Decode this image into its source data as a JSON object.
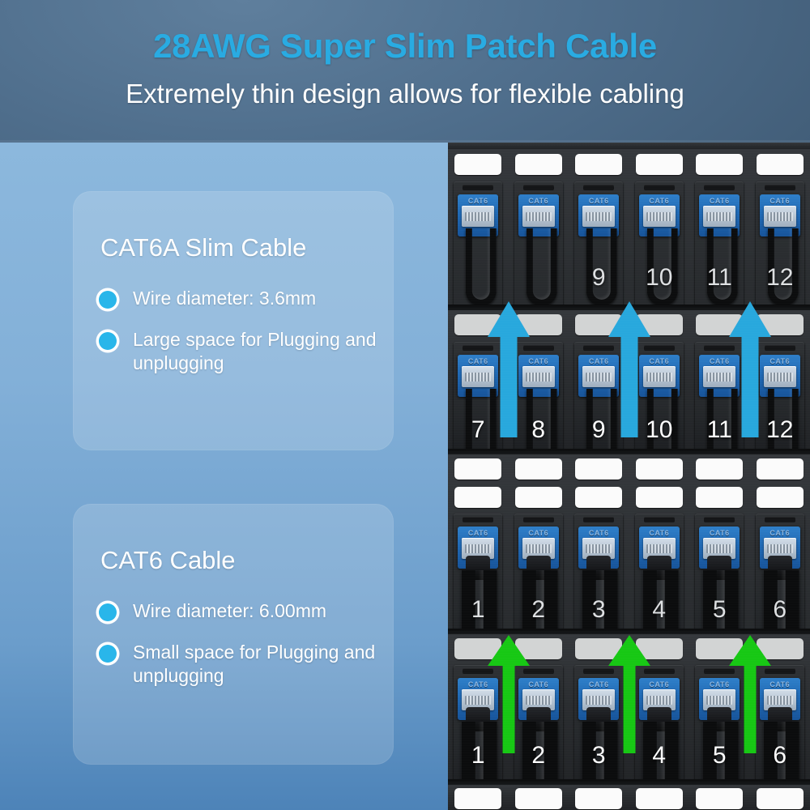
{
  "header": {
    "title": "28AWG Super Slim Patch Cable",
    "subtitle": "Extremely thin design allows for flexible cabling",
    "title_color": "#29abe2",
    "subtitle_color": "#ffffff",
    "background_color": "#4f6e8c"
  },
  "cards": [
    {
      "id": "cat6a",
      "title": "CAT6A Slim Cable",
      "bullets": [
        "Wire diameter: 3.6mm",
        "Large space for Plugging and unplugging"
      ]
    },
    {
      "id": "cat6",
      "title": "CAT6 Cable",
      "bullets": [
        "Wire diameter: 6.00mm",
        "Small space for Plugging and unplugging"
      ]
    }
  ],
  "bullet_color": "#29b6ea",
  "photo": {
    "description": "patch-panel-with-rj45-cables",
    "panel_color": "#2a2d30",
    "plug_label": "CAT6",
    "plug_boot_color": "#2069b4",
    "upper_section": {
      "cable_type": "slim",
      "arrow_color": "#28a8dd",
      "port_numbers": [
        "7",
        "8",
        "9",
        "10",
        "11",
        "12"
      ],
      "partial_port_numbers": [
        "",
        "",
        "9",
        "10",
        "11",
        "12"
      ],
      "arrow_count": 3
    },
    "lower_section": {
      "cable_type": "thick",
      "arrow_color": "#17c814",
      "port_numbers": [
        "1",
        "2",
        "3",
        "4",
        "5",
        "6"
      ],
      "partial_port_numbers": [
        "1",
        "2",
        "3",
        "4",
        "5",
        "6"
      ],
      "arrow_count": 3
    }
  }
}
